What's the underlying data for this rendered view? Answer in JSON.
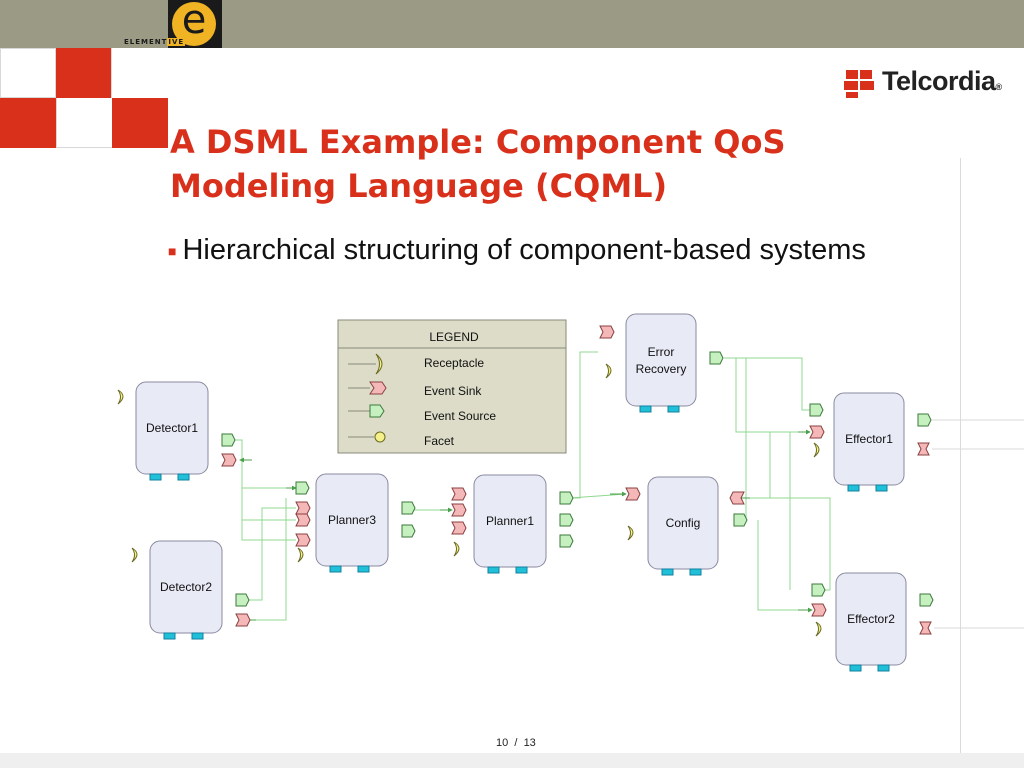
{
  "header": {
    "logo_letter": "e",
    "logo_word_a": "ELEMENT",
    "logo_word_b": "IVE",
    "brand": "Telcordia",
    "brand_mark": "®"
  },
  "slide": {
    "title": "A DSML Example: Component QoS Modeling Language (CQML)",
    "bullet": "Hierarchical structuring of component-based systems",
    "page_current": "10",
    "page_sep": "/",
    "page_total": "13"
  },
  "legend": {
    "title": "LEGEND",
    "items": [
      {
        "label": "Receptacle"
      },
      {
        "label": "Event Sink"
      },
      {
        "label": "Event Source"
      },
      {
        "label": "Facet"
      }
    ]
  },
  "components": {
    "detector1": {
      "label": "Detector1"
    },
    "detector2": {
      "label": "Detector2"
    },
    "planner3": {
      "label": "Planner3"
    },
    "planner1": {
      "label": "Planner1"
    },
    "error_recovery": {
      "line1": "Error",
      "line2": "Recovery"
    },
    "config": {
      "label": "Config"
    },
    "effector1": {
      "label": "Effector1"
    },
    "effector2": {
      "label": "Effector2"
    }
  },
  "colors": {
    "accent": "#d9301c",
    "topbar": "#9b9a84",
    "component_fill": "#e8eaf6",
    "event_source": "#c6f0c0",
    "event_sink": "#f5b8b8",
    "receptacle": "#f5f08a",
    "port": "#1fc0d8",
    "connector": "#8fd88f",
    "legend_bg": "#dcdcc8"
  }
}
